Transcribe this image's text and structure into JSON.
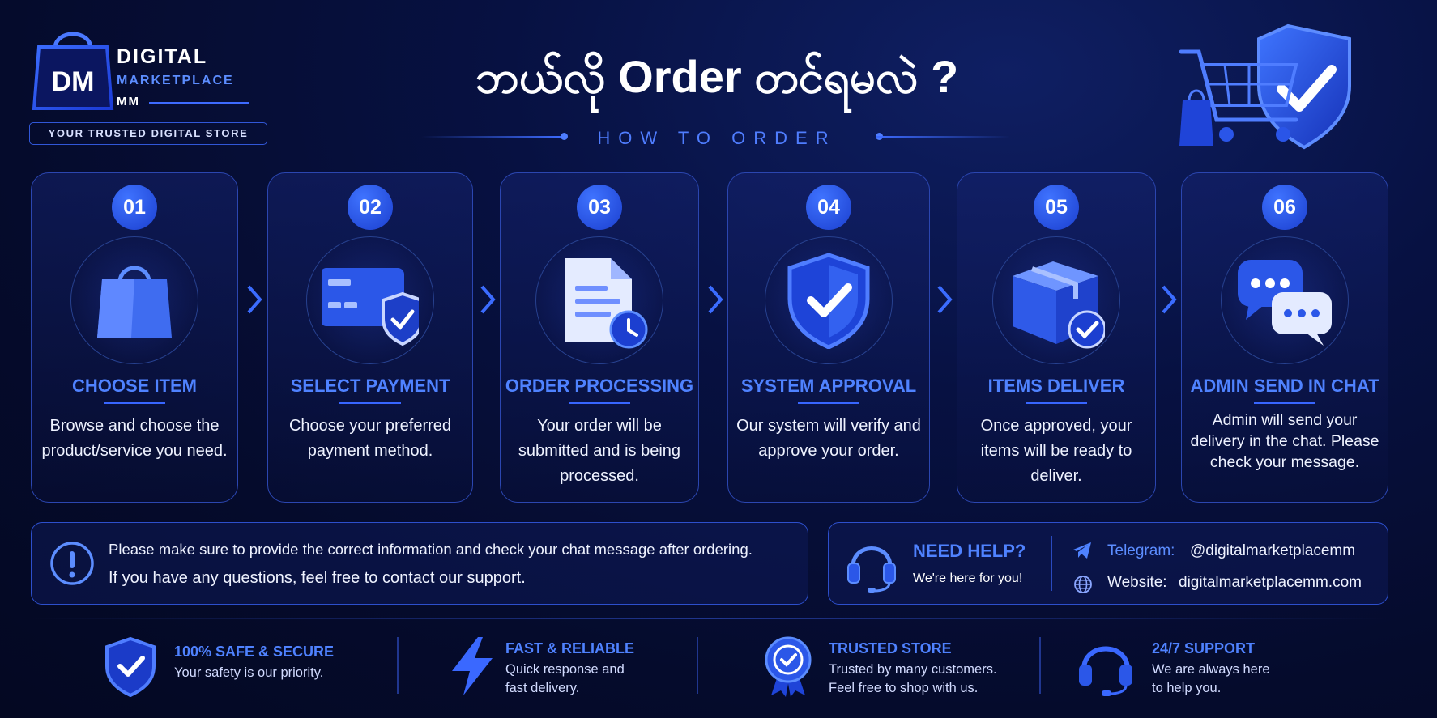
{
  "brand": {
    "logo_text": "DM",
    "line1": "DIGITAL",
    "line2": "MARKETPLACE",
    "line3": "MM",
    "tagline": "YOUR TRUSTED DIGITAL STORE"
  },
  "header": {
    "title": "ဘယ်လို Order တင်ရမလဲ ?",
    "subtitle": "HOW TO ORDER"
  },
  "steps": [
    {
      "num": "01",
      "title": "CHOOSE ITEM",
      "desc": "Browse and choose the product/service you need.",
      "icon": "shopping-bag-icon"
    },
    {
      "num": "02",
      "title": "SELECT PAYMENT",
      "desc": "Choose your preferred payment method.",
      "icon": "credit-card-shield-icon"
    },
    {
      "num": "03",
      "title": "ORDER PROCESSING",
      "desc": "Your order will be submitted and is being processed.",
      "icon": "document-clock-icon"
    },
    {
      "num": "04",
      "title": "SYSTEM APPROVAL",
      "desc": "Our system will verify and approve your order.",
      "icon": "shield-check-icon"
    },
    {
      "num": "05",
      "title": "ITEMS DELIVER",
      "desc": "Once approved, your items will be ready to deliver.",
      "icon": "package-check-icon"
    },
    {
      "num": "06",
      "title": "ADMIN SEND IN CHAT",
      "desc": "Admin will send your delivery in the chat. Please check your message.",
      "icon": "chat-bubbles-icon"
    }
  ],
  "notice": {
    "line1": "Please make sure to provide the correct information and check your chat message after ordering.",
    "line2": "If you have any questions, feel free to contact our support."
  },
  "help": {
    "title": "NEED HELP?",
    "subtitle": "We're here for you!",
    "telegram_label": "Telegram:",
    "telegram_value": "@digitalmarketplacemm",
    "website_label": "Website:",
    "website_value": "digitalmarketplacemm.com"
  },
  "features": [
    {
      "title": "100% SAFE & SECURE",
      "line1": "Your safety is our priority.",
      "line2": "",
      "icon": "shield-check-icon"
    },
    {
      "title": "FAST & RELIABLE",
      "line1": "Quick response and",
      "line2": "fast delivery.",
      "icon": "lightning-icon"
    },
    {
      "title": "TRUSTED STORE",
      "line1": "Trusted by many customers.",
      "line2": "Feel free to shop with us.",
      "icon": "award-badge-icon"
    },
    {
      "title": "24/7 SUPPORT",
      "line1": "We are always here",
      "line2": "to help you.",
      "icon": "headset-icon"
    }
  ],
  "colors": {
    "accent": "#4f82ff",
    "background": "#050b2c",
    "border": "#2b46b0"
  }
}
